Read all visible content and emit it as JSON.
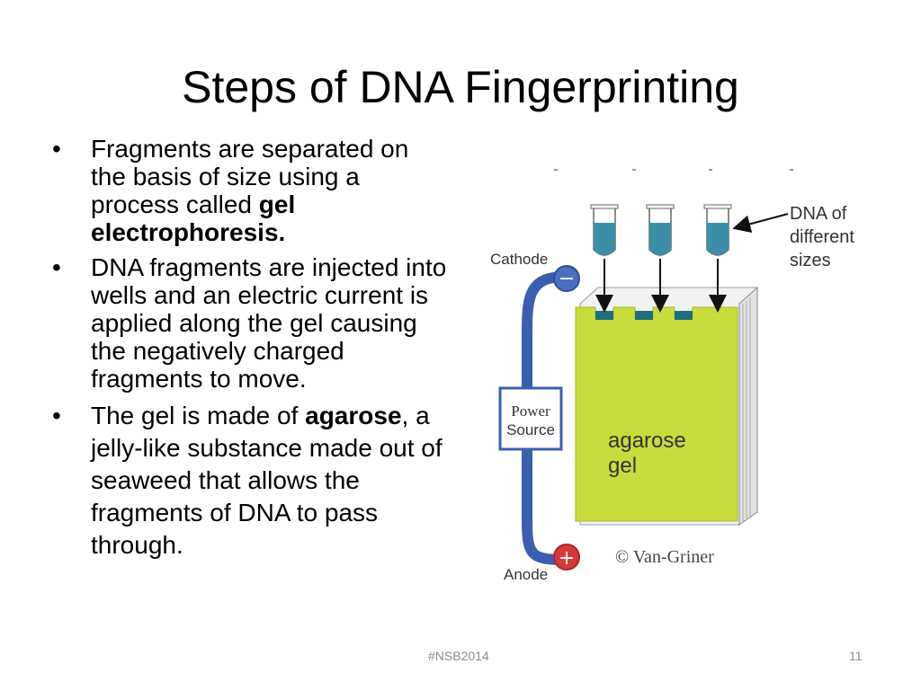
{
  "slide": {
    "title": "Steps of DNA Fingerprinting",
    "bullet_symbol": "•",
    "bullets": [
      {
        "parts": [
          {
            "text": "Fragments are separated on the basis of size using a process called ",
            "bold": false
          },
          {
            "text": "gel electrophoresis.",
            "bold": true
          }
        ]
      },
      {
        "parts": [
          {
            "text": "DNA fragments are injected into wells and an electric current is applied along the gel causing the negatively charged fragments to move.",
            "bold": false
          }
        ]
      },
      {
        "parts": [
          {
            "text": "The gel is made of ",
            "bold": false
          },
          {
            "text": "agarose",
            "bold": true
          },
          {
            "text": ", a jelly-like substance made out of seaweed that allows the fragments of DNA to pass through.",
            "bold": false
          }
        ]
      }
    ],
    "footer": "#NSB2014",
    "page_number": "11"
  },
  "figure": {
    "dna_label": [
      "DNA of",
      "different",
      "sizes"
    ],
    "cathode_label": "Cathode",
    "anode_label": "Anode",
    "power_source_label": [
      "Power",
      "Source"
    ],
    "gel_label": [
      "agarose",
      "gel"
    ],
    "minus_symbol": "−",
    "plus_symbol": "+",
    "credit": "© Van-Griner",
    "colors": {
      "gel": "#c8dc3c",
      "gel_side": "#e8e8e8",
      "wire": "#3a5fae",
      "liquid": "#3c8fa8",
      "minus_terminal": "#4a6fbf",
      "plus_terminal": "#d43a3a"
    }
  }
}
